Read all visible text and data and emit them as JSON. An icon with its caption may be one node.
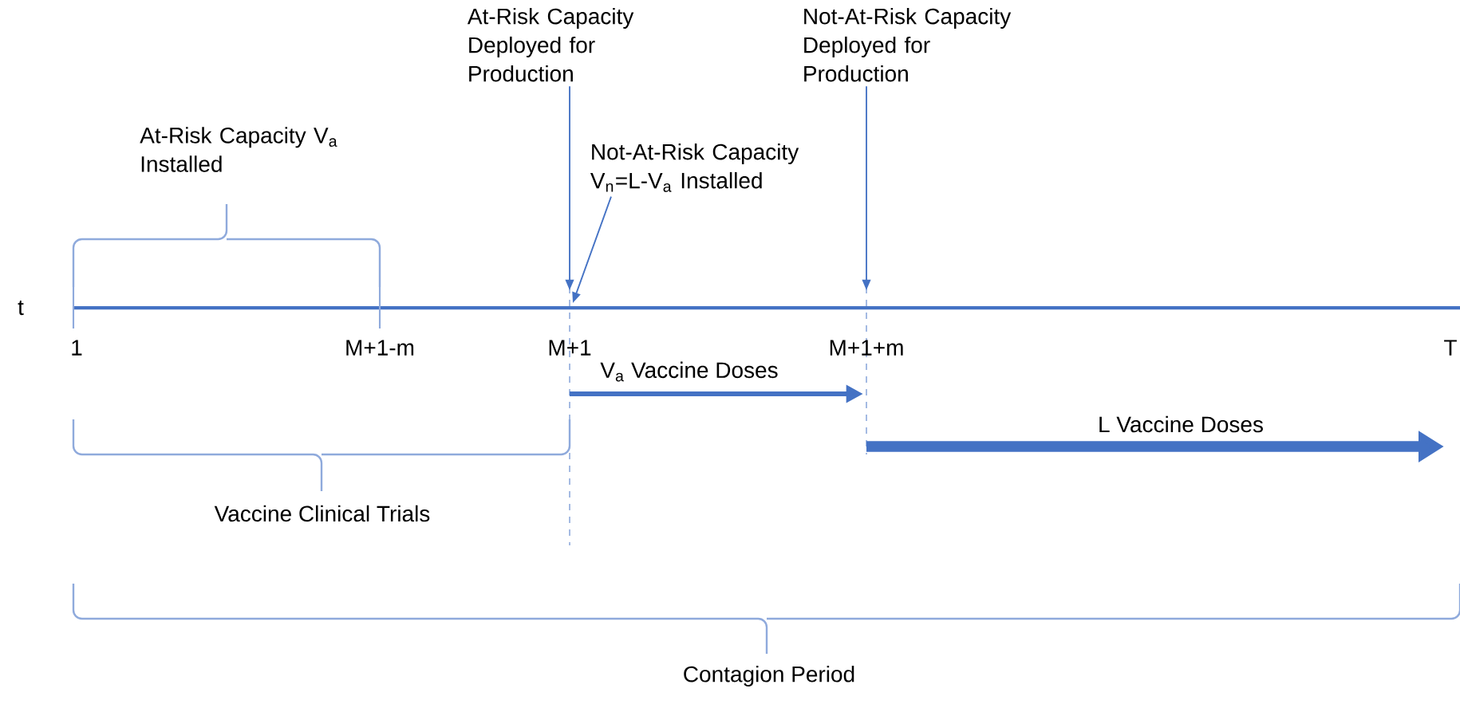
{
  "diagram": {
    "nodes": [
      {
        "text": [
          "At-Risk Capacity Deployed for Production"
        ]
      },
      {
        "text": [
          "Not-At-Risk Capacity V$_{n}$=L-V$_{a}$ Installed"
        ]
      },
      {
        "text": [
          "Not-At-Risk Capacity Deployed for Production"
        ]
      }
    ],
    "edges": [
      {
        "from": 0,
        "to": null,
        "arrow": "to"
      },
      {
        "from": 1,
        "to": null,
        "arrow": "to"
      },
      {
        "from": 2,
        "to": null,
        "arrow": "to"
      }
    ],
    "labels": [
      "At-Risk Capacity V$_{a}$ Installed",
      "t",
      "1",
      "M+1-m",
      "M+1",
      "M+1+m",
      "T",
      "V$_{a}$ Vaccine Doses",
      "L Vaccine Doses",
      "Vaccine Clinical Trials",
      "Contagion Period"
    ]
  }
}
